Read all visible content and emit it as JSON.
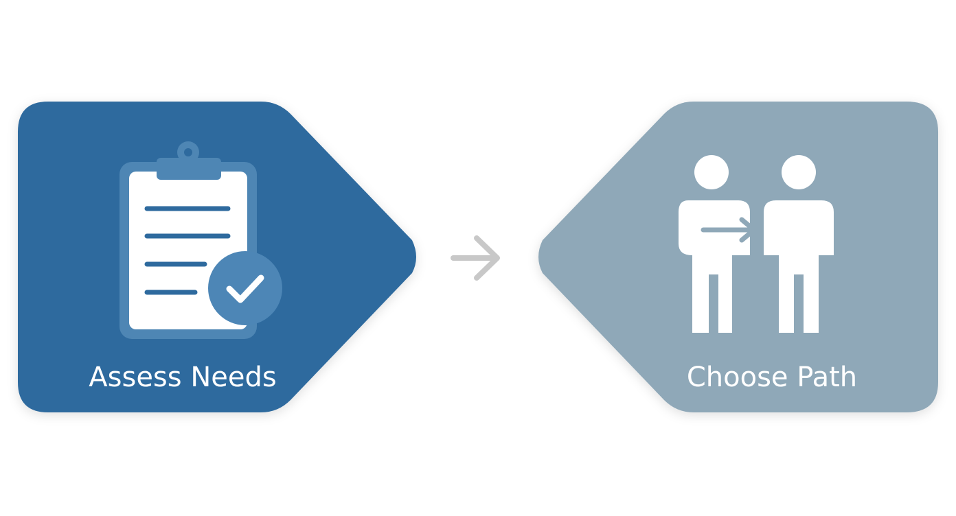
{
  "colors": {
    "background": "#ffffff",
    "step_active": "#2e6a9e",
    "step_next": "#8fa8b8",
    "connector_arrow": "#c8c8c8",
    "icon_fill": "#ffffff",
    "clipboard_back": "#4e86b4",
    "clipboard_lines": "#2e6a9e",
    "check_badge": "#4d86b6"
  },
  "steps": [
    {
      "label": "Assess Needs",
      "icon": "clipboard-check-icon",
      "state": "current"
    },
    {
      "label": "Choose Path",
      "icon": "two-people-arrow-icon",
      "state": "next"
    }
  ],
  "connector": {
    "icon": "arrow-right-icon"
  }
}
